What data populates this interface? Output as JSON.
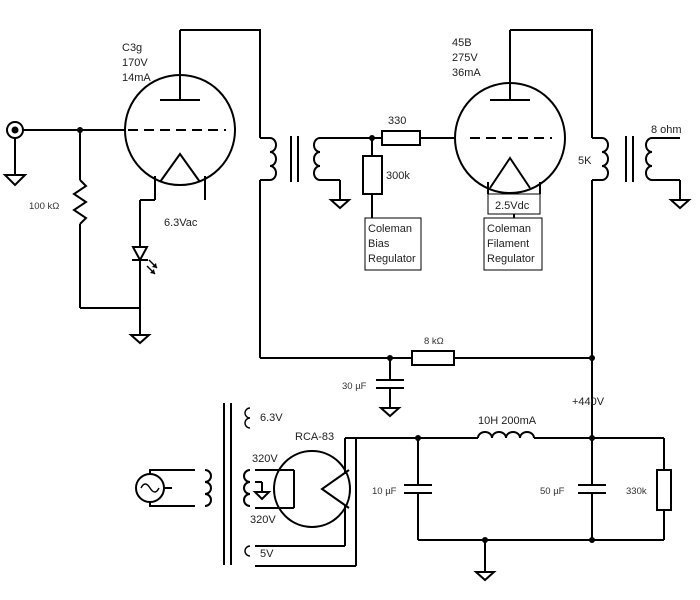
{
  "input_tube": {
    "type": "C3g",
    "voltage": "170V",
    "current": "14mA",
    "heater": "6.3Vac"
  },
  "input_resistor": "100 kΩ",
  "bias_resistor": "300k",
  "grid_resistor": "330",
  "bias_regulator": [
    "Coleman",
    "Bias",
    "Regulator"
  ],
  "output_tube": {
    "type": "45B",
    "voltage": "275V",
    "current": "36mA",
    "filament": "2.5Vdc"
  },
  "filament_regulator": [
    "Coleman",
    "Filament",
    "Regulator"
  ],
  "output_transformer": {
    "primary": "5K",
    "secondary": "8 ohm"
  },
  "supply_resistor": "8 kΩ",
  "decoupling_cap": "30 µF",
  "b_plus": "+440V",
  "power_transformer": {
    "heater": "6.3V",
    "hv_top": "320V",
    "hv_bottom": "320V",
    "rectifier_heater": "5V"
  },
  "rectifier": "RCA-83",
  "choke": "10H 200mA",
  "filter_cap_1": "10 µF",
  "filter_cap_2": "50 µF",
  "bleeder": "330k"
}
